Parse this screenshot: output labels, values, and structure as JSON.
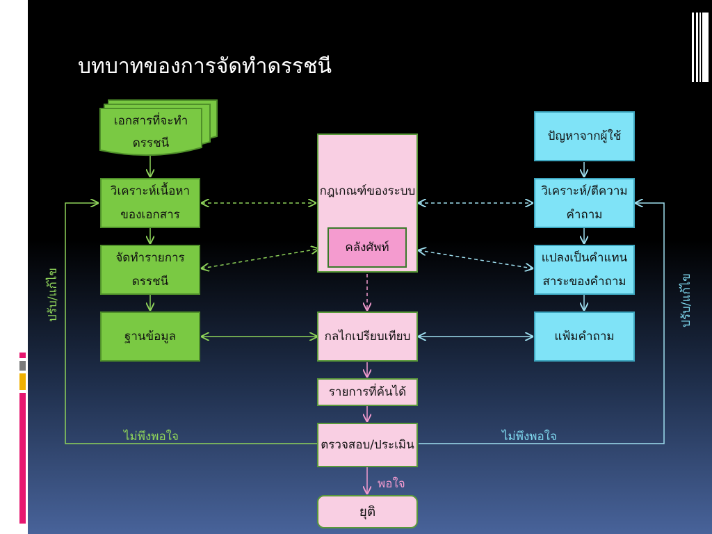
{
  "title": "บทบาทของการจัดทำดรรชนี",
  "nodes": {
    "docs": "เอกสารที่จะทำดรรชนี",
    "analyze_content": "วิเคราะห์เนื้อหาของเอกสาร",
    "make_index": "จัดทำรายการดรรชนี",
    "database": "ฐานข้อมูล",
    "system_rules": "กฎเกณฑ์ของระบบ",
    "vocabulary": "คลังศัพท์",
    "matching": "กลไกเปรียบเทียบ",
    "retrieved": "รายการที่ค้นได้",
    "evaluate": "ตรวจสอบ/ประเมิน",
    "stop": "ยุติ",
    "user_problem": "ปัญหาจากผู้ใช้",
    "analyze_question": "วิเคราะห์/ตีความคำถาม",
    "translate_question": "แปลงเป็นคำแทนสาระของคำถาม",
    "question_file": "แฟ้มคำถาม"
  },
  "labels": {
    "unsatisfied_left": "ไม่พึงพอใจ",
    "unsatisfied_right": "ไม่พึงพอใจ",
    "satisfied": "พอใจ",
    "revise_left": "ปรับ/แก้ไข",
    "revise_right": "ปรับ/แก้ไข"
  },
  "colors": {
    "green": "#7ac943",
    "cyan": "#7fe3f7",
    "pink": "#f9cfe3",
    "label_green": "#8fd45a",
    "label_cyan": "#7fd8ee",
    "label_pink": "#f49bcf"
  }
}
